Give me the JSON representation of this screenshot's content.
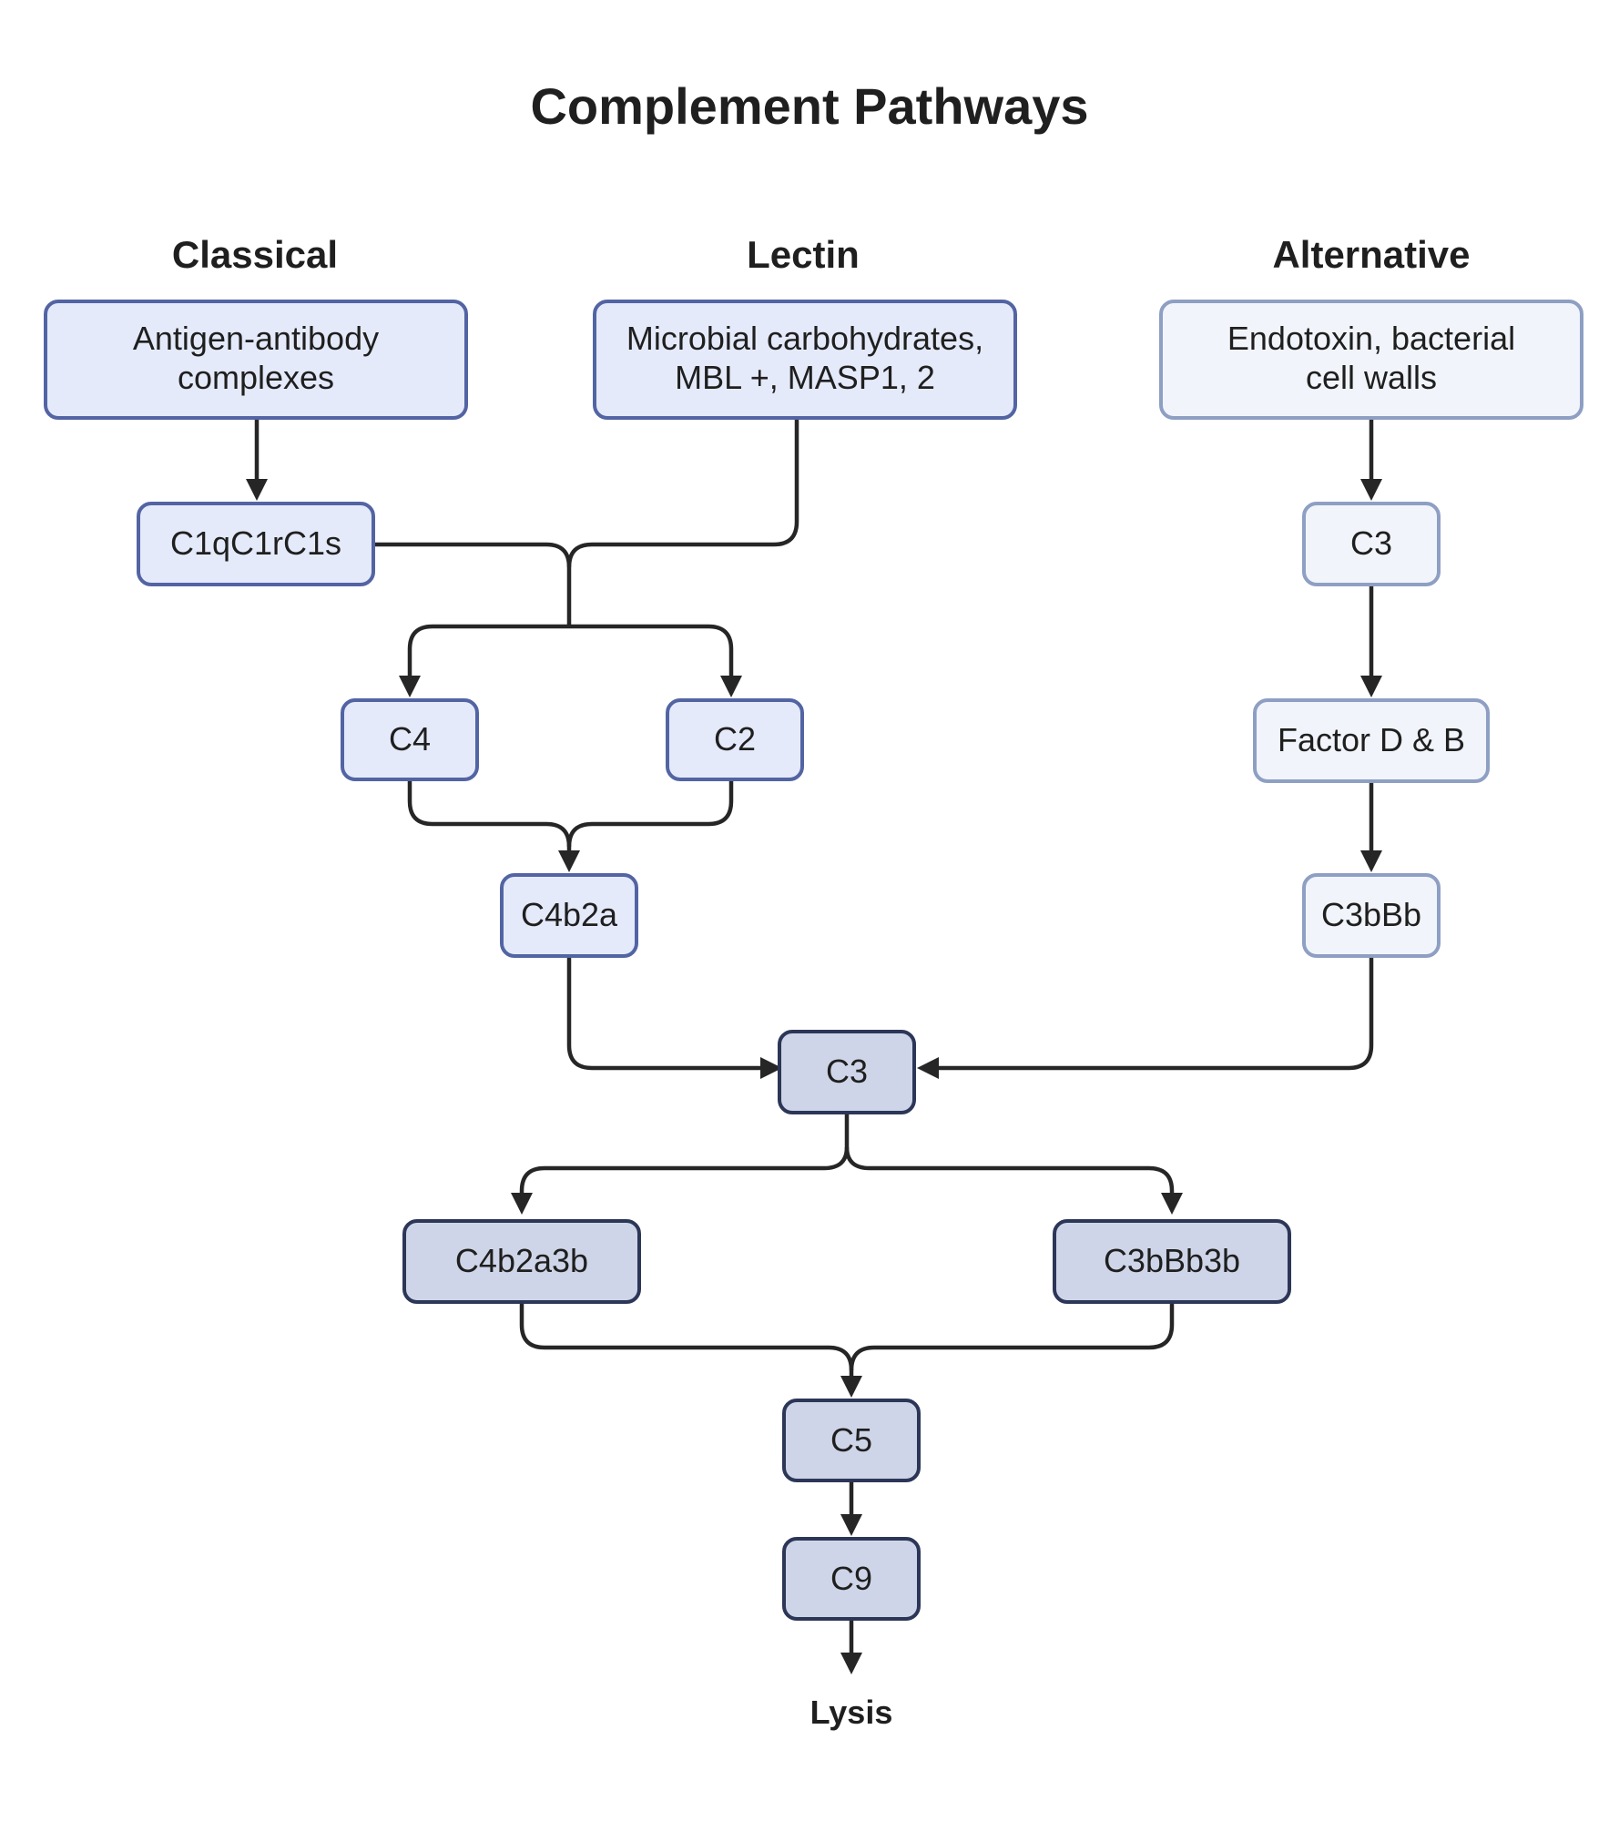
{
  "diagram": {
    "title": "Complement Pathways",
    "columns": {
      "classical": "Classical",
      "lectin": "Lectin",
      "alternative": "Alternative"
    },
    "nodes": {
      "antigen_antibody": {
        "line1": "Antigen-antibody",
        "line2": "complexes"
      },
      "microbial_carbs": {
        "line1": "Microbial carbohydrates,",
        "line2": "MBL +, MASP1, 2"
      },
      "endotoxin": {
        "line1": "Endotoxin, bacterial",
        "line2": "cell walls"
      },
      "c1qc1rc1s": "C1qC1rC1s",
      "c3_alt": "C3",
      "c4": "C4",
      "c2": "C2",
      "factor_d_b": "Factor D & B",
      "c4b2a": "C4b2a",
      "c3bbb": "C3bBb",
      "c3_central": "C3",
      "c4b2a3b": "C4b2a3b",
      "c3bbb3b": "C3bBb3b",
      "c5": "C5",
      "c9": "C9"
    },
    "outcome": "Lysis",
    "colors": {
      "classical_lectin_fill": "#e5eafa",
      "classical_lectin_border": "#5264a3",
      "alternative_fill": "#f1f5fb",
      "alternative_border": "#8e9fc3",
      "terminal_fill": "#cfd5e8",
      "terminal_border": "#2c3657",
      "connector": "#262626",
      "text": "#1f1f1f"
    }
  }
}
